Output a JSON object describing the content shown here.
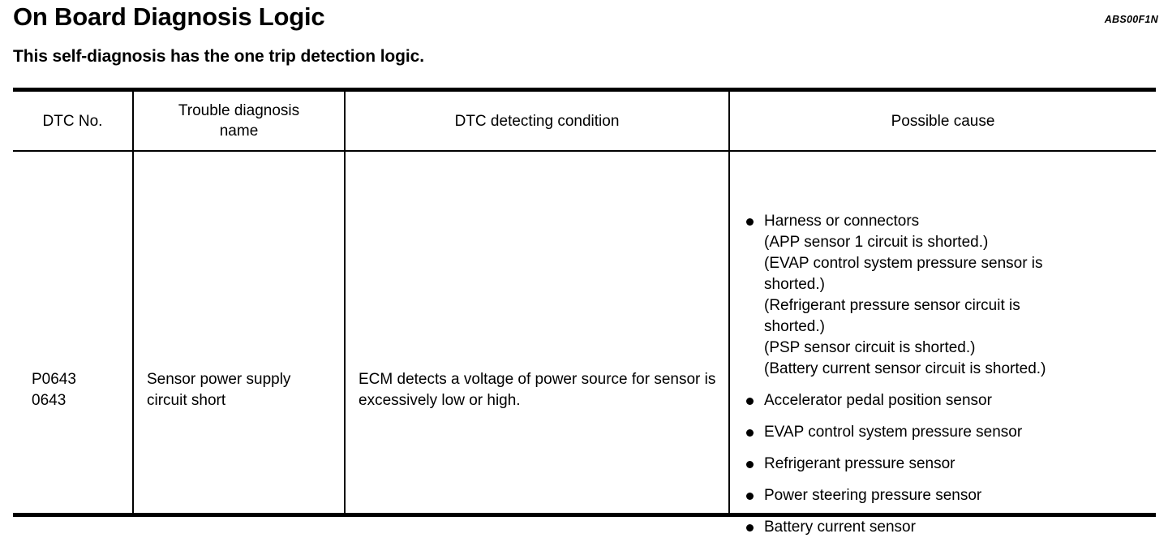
{
  "document": {
    "title": "On Board Diagnosis Logic",
    "reference_code": "ABS00F1N",
    "subtitle": "This self-diagnosis has the one trip detection logic."
  },
  "table": {
    "headers": {
      "dtc_no": "DTC No.",
      "trouble_name": "Trouble diagnosis\nname",
      "detecting_condition": "DTC detecting condition",
      "possible_cause": "Possible cause"
    },
    "rows": [
      {
        "dtc_no": "P0643\n0643",
        "trouble_name": "Sensor power supply\ncircuit short",
        "detecting_condition": "ECM detects a voltage of power source for sensor is excessively low or high.",
        "possible_cause": [
          {
            "label": "Harness or connectors",
            "sub_lines": [
              "(APP sensor 1 circuit is shorted.)",
              "(EVAP control system pressure sensor is\nshorted.)",
              "(Refrigerant pressure sensor circuit is\nshorted.)",
              "(PSP sensor circuit is shorted.)",
              "(Battery current sensor circuit is shorted.)"
            ]
          },
          {
            "label": "Accelerator pedal position sensor",
            "sub_lines": []
          },
          {
            "label": "EVAP control system pressure sensor",
            "sub_lines": []
          },
          {
            "label": "Refrigerant pressure sensor",
            "sub_lines": []
          },
          {
            "label": "Power steering pressure sensor",
            "sub_lines": []
          },
          {
            "label": "Battery current sensor",
            "sub_lines": []
          }
        ]
      }
    ]
  }
}
